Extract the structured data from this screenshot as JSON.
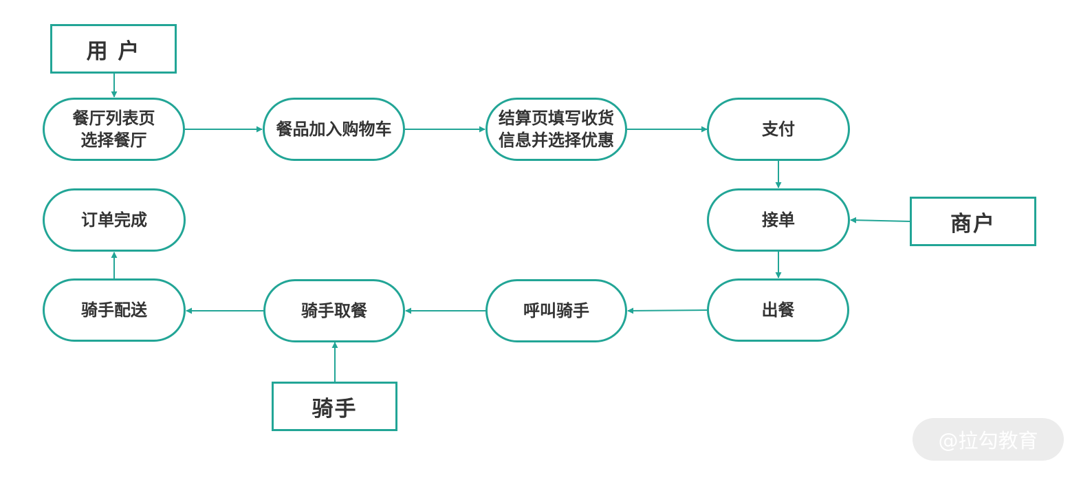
{
  "colors": {
    "accent": "#22a596",
    "text": "#333333",
    "watermark_bg": "#ececec"
  },
  "actors": {
    "user": "用 户",
    "merchant": "商户",
    "rider": "骑手"
  },
  "steps": {
    "restaurant_list": [
      "餐厅列表页",
      "选择餐厅"
    ],
    "add_to_cart": "餐品加入购物车",
    "checkout": [
      "结算页填写收货",
      "信息并选择优惠"
    ],
    "pay": "支付",
    "accept_order": "接单",
    "prepare_meal": "出餐",
    "call_rider": "呼叫骑手",
    "rider_pickup": "骑手取餐",
    "rider_delivery": "骑手配送",
    "order_complete": "订单完成"
  },
  "watermark": "@拉勾教育"
}
